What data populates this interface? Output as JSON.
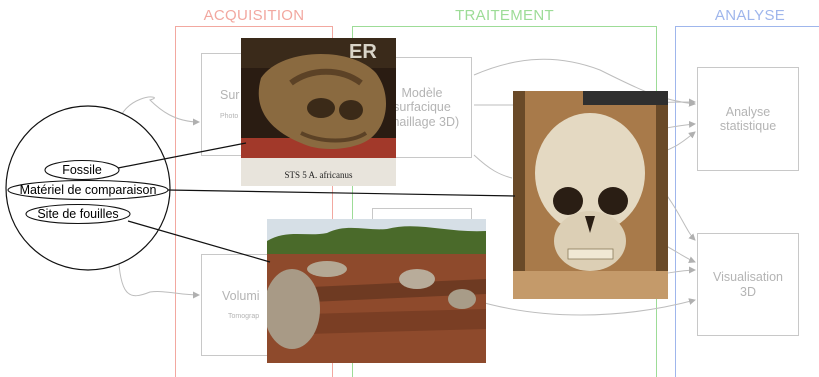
{
  "columns": {
    "acquisition": {
      "title": "ACQUISITION",
      "color": "#f2a8a0"
    },
    "traitement": {
      "title": "TRAITEMENT",
      "color": "#9ddc97"
    },
    "analyse": {
      "title": "ANALYSE",
      "color": "#9fb6ec"
    }
  },
  "boxes": {
    "surfacique": {
      "title": "Sur",
      "sub": "Photo"
    },
    "volumique": {
      "title": "Volumi",
      "sub": "Tomograp"
    },
    "modele": {
      "title": "Modèle\nsurfacique\n(maillage 3D)"
    },
    "analyse_stat": {
      "title": "Analyse\nstatistique"
    },
    "visualisation": {
      "title": "Visualisation\n3D"
    }
  },
  "legend": {
    "items": [
      "Fossile",
      "Matériel de comparaison",
      "Site de fouilles"
    ]
  },
  "photos": {
    "fossil": {
      "caption": "STS 5 A. africanus"
    },
    "skull": {},
    "site": {}
  }
}
